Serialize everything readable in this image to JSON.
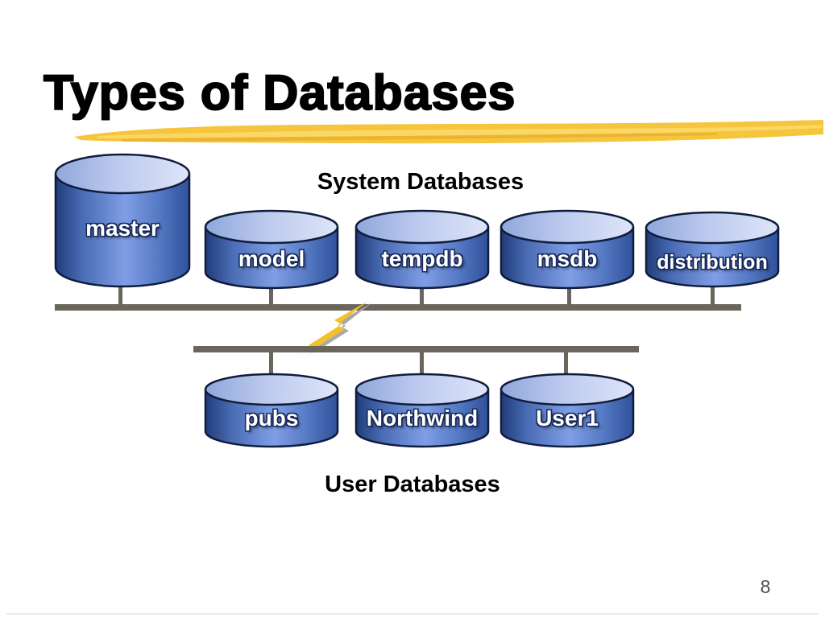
{
  "slide": {
    "title": "Types of Databases",
    "page_number": "8"
  },
  "system_group": {
    "heading": "System Databases",
    "items": [
      {
        "label": "master"
      },
      {
        "label": "model"
      },
      {
        "label": "tempdb"
      },
      {
        "label": "msdb"
      },
      {
        "label": "distribution"
      }
    ]
  },
  "user_group": {
    "heading": "User Databases",
    "items": [
      {
        "label": "pubs"
      },
      {
        "label": "Northwind"
      },
      {
        "label": "User1"
      }
    ]
  },
  "colors": {
    "cylinder_body_dark": "#203c7a",
    "cylinder_body_light": "#7f9ee5",
    "cylinder_top": "#dde5f8",
    "cylinder_outline": "#101c3c",
    "bus_line": "#6b665c",
    "highlight_stroke": "#f5c63d",
    "lightning_fill": "#f2c12e",
    "lightning_shadow": "#a9a9ab",
    "title_text": "#000000",
    "label_text": "#ffffff",
    "page_number_text": "#4f4f4f"
  }
}
